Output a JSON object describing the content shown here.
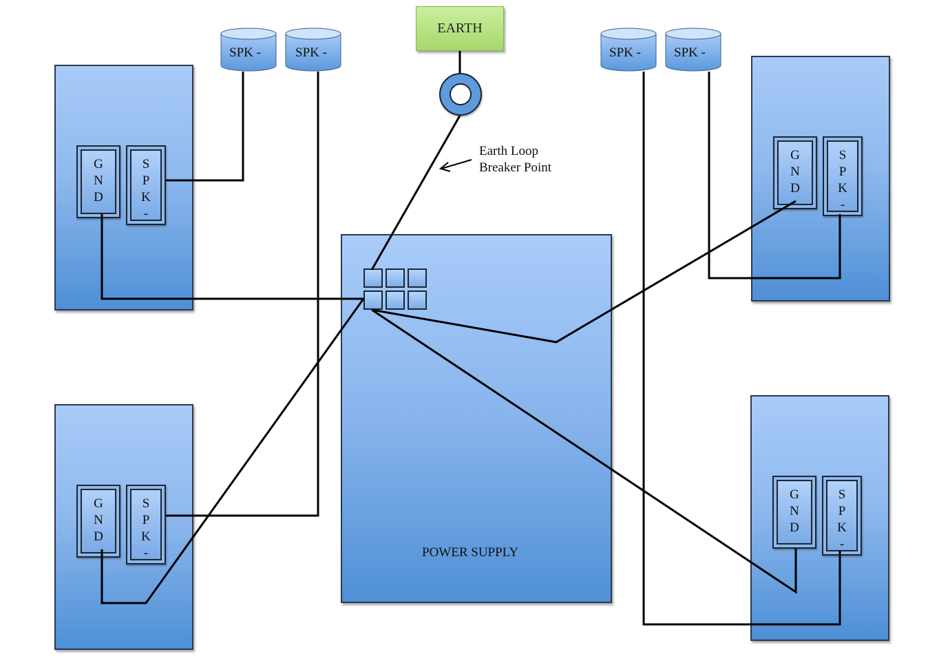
{
  "earth": {
    "label": "EARTH"
  },
  "breaker": {
    "label_line1": "Earth Loop",
    "label_line2": "Breaker Point"
  },
  "power_supply": {
    "label": "POWER SUPPLY"
  },
  "speaker_cans": {
    "can1": "SPK -",
    "can2": "SPK -",
    "can3": "SPK -",
    "can4": "SPK -"
  },
  "amps": {
    "top_left": {
      "gnd": [
        "G",
        "N",
        "D"
      ],
      "spk": [
        "S",
        "P",
        "K",
        "-"
      ]
    },
    "bottom_left": {
      "gnd": [
        "G",
        "N",
        "D"
      ],
      "spk": [
        "S",
        "P",
        "K",
        "-"
      ]
    },
    "top_right": {
      "gnd": [
        "G",
        "N",
        "D"
      ],
      "spk": [
        "S",
        "P",
        "K",
        "-"
      ]
    },
    "bottom_right": {
      "gnd": [
        "G",
        "N",
        "D"
      ],
      "spk": [
        "S",
        "P",
        "K",
        "-"
      ]
    }
  },
  "colors": {
    "box_top": "#a8cbf8",
    "box_bottom": "#4e8fd6",
    "earth_green": "#a6d76c",
    "wire": "#000000"
  }
}
